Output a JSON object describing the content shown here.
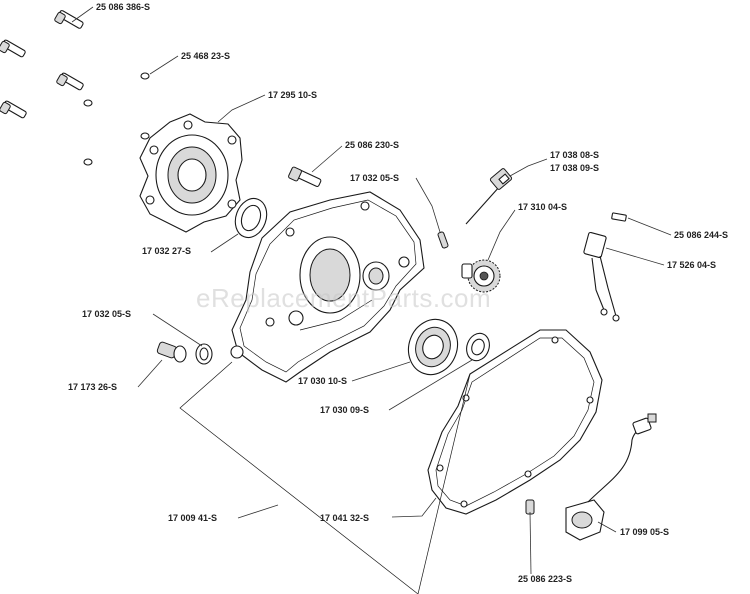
{
  "watermark": "eReplacementParts.com",
  "labels": {
    "p25086386": "25 086 386-S",
    "p2546823": "25 468 23-S",
    "p1729510": "17 295 10-S",
    "p25086230": "25 086 230-S",
    "p1703205a": "17 032 05-S",
    "p1703808": "17 038 08-S",
    "p1703809": "17 038 09-S",
    "p1731004": "17 310 04-S",
    "p25086244": "25 086 244-S",
    "p1752604": "17 526 04-S",
    "p1703227": "17 032 27-S",
    "p1703205b": "17 032 05-S",
    "p1717326": "17 173 26-S",
    "p1703010": "17 030 10-S",
    "p1703009": "17 030 09-S",
    "p1700941": "17 009 41-S",
    "p1704132": "17 041 32-S",
    "p1709905": "17 099 05-S",
    "p25086223": "25 086 223-S"
  }
}
